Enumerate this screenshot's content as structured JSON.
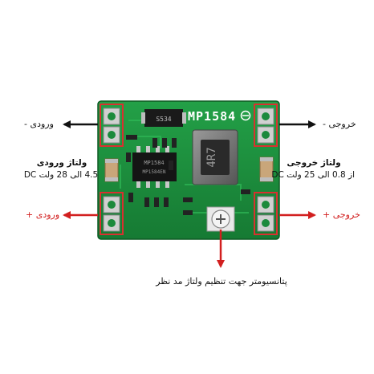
{
  "board": {
    "model_label": "MP1584",
    "inductor_label": "4R7",
    "ic_top_label": "S534",
    "ic_main_label": "MP1584",
    "ic_main_sub": "MP1584EN"
  },
  "labels": {
    "input_minus": "ورودی -",
    "output_minus": "خروجی -",
    "input_voltage_title": "ولتاژ ورودی",
    "input_voltage_range": "4.5 الی 28 ولت DC",
    "output_voltage_title": "ولتاژ خروجی",
    "output_voltage_range": "از 0.8 الی 25 ولت DC",
    "input_plus": "ورودی +",
    "output_plus": "خروجی +",
    "potentiometer_note": "پتانسیومتر جهت تنظیم ولتاژ مد نظر"
  },
  "colors": {
    "pcb_green": "#1c8a3c",
    "arrow_black": "#111111",
    "arrow_red": "#d21f1f",
    "highlight_red": "#d93030"
  }
}
